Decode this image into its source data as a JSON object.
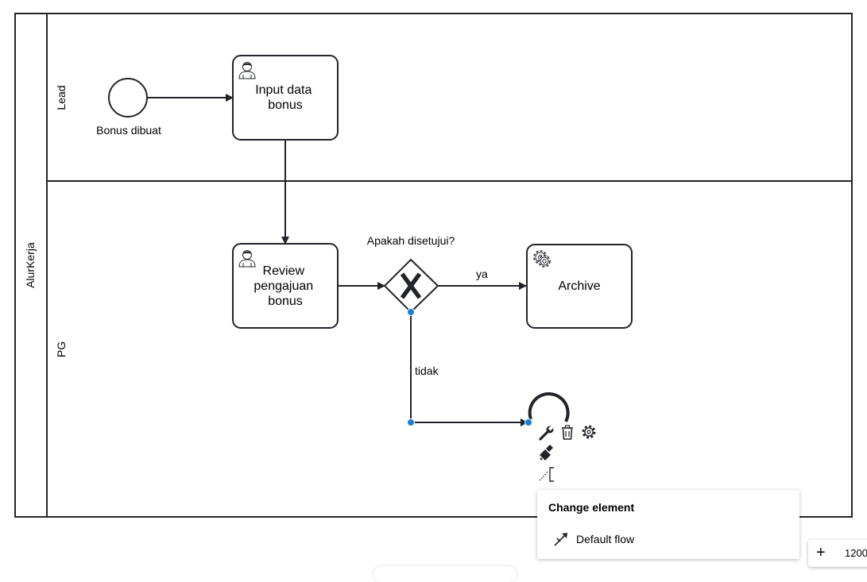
{
  "diagram": {
    "pool_name": "AlurKerja",
    "lanes": [
      {
        "name": "Lead"
      },
      {
        "name": "PG"
      }
    ],
    "start_event_label": "Bonus dibuat",
    "tasks": {
      "input_data": {
        "label_lines": [
          "Input data",
          "bonus"
        ],
        "type": "user-task"
      },
      "review": {
        "label_lines": [
          "Review",
          "pengajuan",
          "bonus"
        ],
        "type": "user-task"
      },
      "archive": {
        "label": "Archive",
        "type": "service-task"
      }
    },
    "gateway": {
      "label": "Apakah disetujui?",
      "type": "exclusive"
    },
    "flow_labels": {
      "yes": "ya",
      "no": "tidak"
    }
  },
  "context_pad": {
    "icons": [
      "wrench-icon",
      "trash-icon",
      "gear-icon",
      "paint-bucket-icon",
      "text-annotation-icon"
    ]
  },
  "popup_menu": {
    "title": "Change element",
    "items": [
      {
        "label": "Default flow",
        "icon": "default-flow-icon"
      }
    ]
  },
  "zoom_control": {
    "plus": "+",
    "value": "1200"
  },
  "colors": {
    "stroke": "#22242a",
    "selection": "#1a7fd6",
    "popup_shadow": "#cccccc"
  }
}
